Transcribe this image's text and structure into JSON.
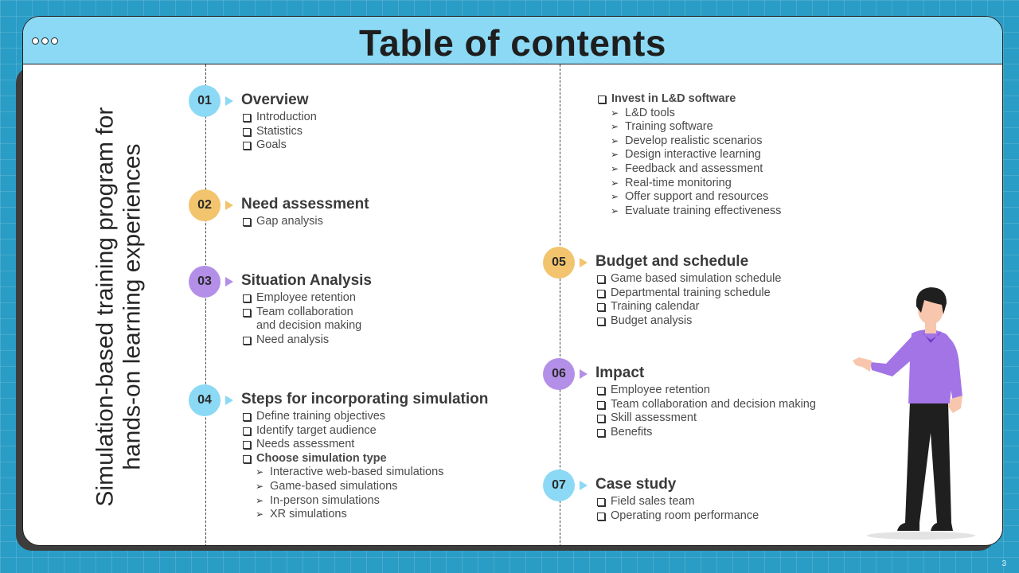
{
  "title": "Table of contents",
  "vertical_title": "Simulation-based training program for hands-on learning experiences",
  "page_number": "3",
  "colors": {
    "blue": "#8bd9f5",
    "orange": "#f2c46d",
    "purple": "#b48fe8"
  },
  "sections": [
    {
      "num": "01",
      "title": "Overview",
      "color": "blue",
      "items": [
        {
          "text": "Introduction"
        },
        {
          "text": "Statistics"
        },
        {
          "text": "Goals"
        }
      ]
    },
    {
      "num": "02",
      "title": "Need assessment",
      "color": "orange",
      "items": [
        {
          "text": "Gap analysis"
        }
      ]
    },
    {
      "num": "03",
      "title": "Situation Analysis",
      "color": "purple",
      "items": [
        {
          "text": "Employee retention"
        },
        {
          "text": "Team collaboration"
        },
        {
          "text": "and decision making",
          "cont": true
        },
        {
          "text": "Need analysis"
        }
      ]
    },
    {
      "num": "04",
      "title": "Steps for incorporating simulation",
      "color": "blue",
      "items": [
        {
          "text": "Define training objectives"
        },
        {
          "text": "Identify target audience"
        },
        {
          "text": "Needs assessment"
        },
        {
          "text": "Choose simulation type",
          "bold": true
        },
        {
          "text": "Interactive web-based simulations",
          "sub": true
        },
        {
          "text": "Game-based simulations",
          "sub": true
        },
        {
          "text": "In-person simulations",
          "sub": true
        },
        {
          "text": "XR simulations",
          "sub": true
        }
      ]
    },
    {
      "num": "05",
      "title": "Budget and schedule",
      "color": "orange",
      "items": [
        {
          "text": "Game based simulation schedule"
        },
        {
          "text": "Departmental training schedule"
        },
        {
          "text": "Training calendar"
        },
        {
          "text": "Budget analysis"
        }
      ]
    },
    {
      "num": "06",
      "title": "Impact",
      "color": "purple",
      "items": [
        {
          "text": "Employee retention"
        },
        {
          "text": "Team collaboration  and decision making"
        },
        {
          "text": "Skill assessment"
        },
        {
          "text": "Benefits"
        }
      ]
    },
    {
      "num": "07",
      "title": "Case study",
      "color": "blue",
      "items": [
        {
          "text": "Field sales team"
        },
        {
          "text": "Operating room performance"
        }
      ]
    }
  ],
  "continuation": [
    {
      "text": "Invest in L&D software",
      "bold": true
    },
    {
      "text": "L&D tools",
      "sub": true
    },
    {
      "text": "Training software",
      "sub": true
    },
    {
      "text": "Develop realistic scenarios",
      "sub": true
    },
    {
      "text": "Design interactive learning",
      "sub": true
    },
    {
      "text": "Feedback and assessment",
      "sub": true
    },
    {
      "text": "Real-time monitoring",
      "sub": true
    },
    {
      "text": "Offer support and resources",
      "sub": true
    },
    {
      "text": "Evaluate training effectiveness",
      "sub": true
    }
  ]
}
